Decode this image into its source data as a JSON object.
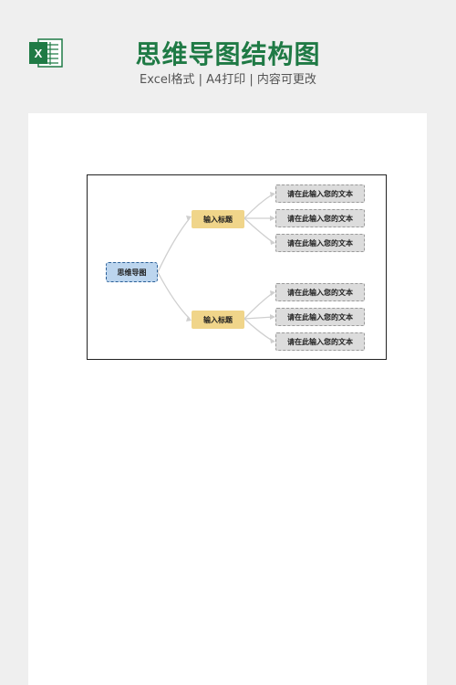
{
  "page": {
    "title": "思维导图结构图",
    "subtitle": "Excel格式 | A4打印 | 内容可更改",
    "icon": "excel-icon",
    "title_color": "#1f7a45"
  },
  "mindmap": {
    "root": "思维导图",
    "branches": [
      {
        "label": "输入标题",
        "leaves": [
          "请在此输入您的文本",
          "请在此输入您的文本",
          "请在此输入您的文本"
        ]
      },
      {
        "label": "输入标题",
        "leaves": [
          "请在此输入您的文本",
          "请在此输入您的文本",
          "请在此输入您的文本"
        ]
      }
    ]
  }
}
